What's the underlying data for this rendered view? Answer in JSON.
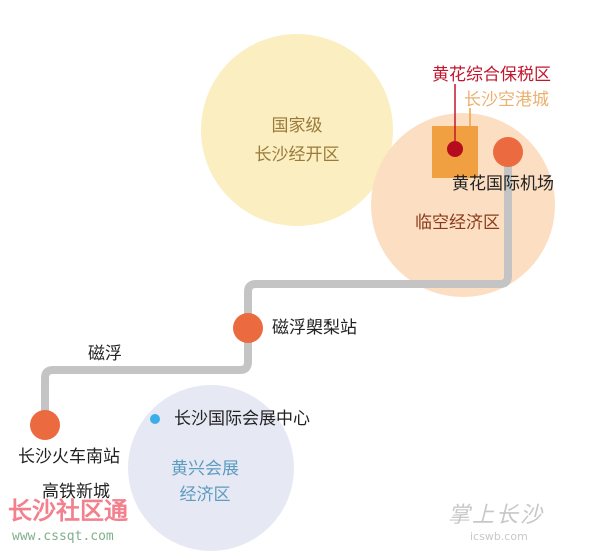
{
  "zones": {
    "kaifa": {
      "line1": "国家级",
      "line2": "长沙经开区"
    },
    "linkong": {
      "label": "临空经济区"
    },
    "huangxing": {
      "line1": "黄兴会展",
      "line2": "经济区"
    }
  },
  "labels": {
    "bonded_zone": "黄花综合保税区",
    "airport_city": "长沙空港城",
    "airport": "黄花国际机场",
    "langli_station": "磁浮㮾梨站",
    "maglev": "磁浮",
    "expo_center": "长沙国际会展中心",
    "south_station": "长沙火车南站",
    "hsr_city": "高铁新城"
  },
  "watermarks": {
    "left_name": "长沙社区通",
    "left_url": "www.cssqt.com",
    "right_name": "掌上长沙",
    "right_url": "icswb.com"
  },
  "colors": {
    "route": "#c4c4c4",
    "station": "#ec6a3f",
    "kaifa_zone": "#fbeec0",
    "linkong_zone": "#fcdcc0",
    "huangxing_zone": "#e6e8f4",
    "bonded": "#c0172e",
    "airport_city": "#f0a040"
  }
}
